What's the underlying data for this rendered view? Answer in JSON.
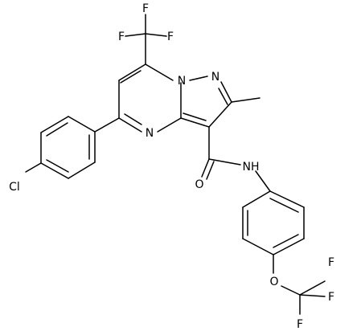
{
  "atoms": {
    "f_top_left": "F",
    "f_top_mid": "F",
    "f_top_right": "F",
    "n_bridge": "N",
    "n_pyrazole": "N",
    "n_pyrimidine": "N",
    "cl": "Cl",
    "o_carbonyl": "O",
    "nh_amide": "NH",
    "o_ether": "O",
    "f_bot_left": "F",
    "f_bot_mid": "F",
    "f_bot_right": "F"
  }
}
